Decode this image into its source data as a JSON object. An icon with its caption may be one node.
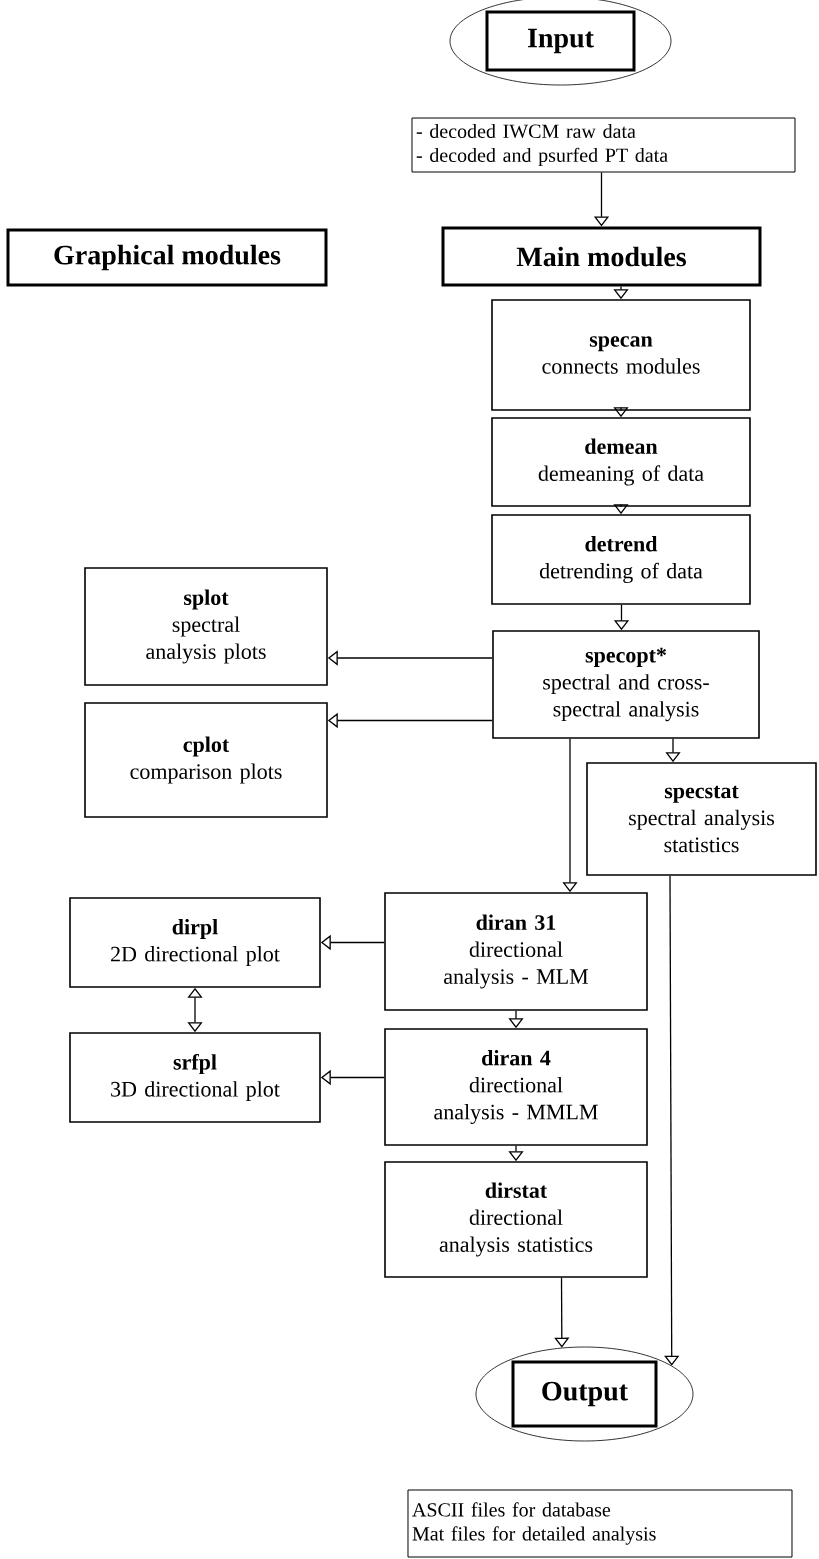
{
  "diagram": {
    "nodes": [
      {
        "text": [
          "Input"
        ]
      },
      {
        "text": [
          "- decoded IWCM raw data",
          "- decoded and psurfed PT data"
        ]
      },
      {
        "text": [
          "Graphical modules"
        ]
      },
      {
        "text": [
          "Main modules"
        ]
      },
      {
        "text": [
          "specan",
          "connects modules"
        ]
      },
      {
        "text": [
          "demean",
          "demeaning of data"
        ]
      },
      {
        "text": [
          "detrend",
          "detrending of data"
        ]
      },
      {
        "text": [
          "splot",
          "spectral analysis plots"
        ]
      },
      {
        "text": [
          "specopt*",
          "spectral and cross-spectral analysis"
        ]
      },
      {
        "text": [
          "cplot",
          "comparison plots"
        ]
      },
      {
        "text": [
          "specstat",
          "spectral analysis statistics"
        ]
      },
      {
        "text": [
          "dirpl",
          "2D directional plot"
        ]
      },
      {
        "text": [
          "diran 31",
          "directional analysis - MLM"
        ]
      },
      {
        "text": [
          "srfpl",
          "3D directional plot"
        ]
      },
      {
        "text": [
          "diran 4",
          "directional analysis - MMLM"
        ]
      },
      {
        "text": [
          "dirstat",
          "directional analysis statistics"
        ]
      },
      {
        "text": [
          "Output"
        ]
      },
      {
        "text": [
          "ASCII files for database",
          "Mat files for detailed analysis"
        ]
      }
    ],
    "edges": [
      {
        "from": 1,
        "to": 3,
        "arrow": "to"
      },
      {
        "from": 3,
        "to": 4,
        "arrow": "to"
      },
      {
        "from": 4,
        "to": 5,
        "arrow": "to"
      },
      {
        "from": 5,
        "to": 6,
        "arrow": "to"
      },
      {
        "from": 6,
        "to": 8,
        "arrow": "to"
      },
      {
        "from": 8,
        "to": 7,
        "arrow": "to"
      },
      {
        "from": 8,
        "to": 9,
        "arrow": "to"
      },
      {
        "from": 8,
        "to": 10,
        "arrow": "to"
      },
      {
        "from": 8,
        "to": 12,
        "arrow": "to"
      },
      {
        "from": 12,
        "to": 11,
        "arrow": "to"
      },
      {
        "from": 11,
        "to": 13,
        "arrow": "both"
      },
      {
        "from": 12,
        "to": 14,
        "arrow": "to"
      },
      {
        "from": 14,
        "to": 13,
        "arrow": "to"
      },
      {
        "from": 14,
        "to": 15,
        "arrow": "to"
      },
      {
        "from": 15,
        "to": 16,
        "arrow": "to"
      },
      {
        "from": 10,
        "to": 16,
        "arrow": "to"
      }
    ]
  }
}
